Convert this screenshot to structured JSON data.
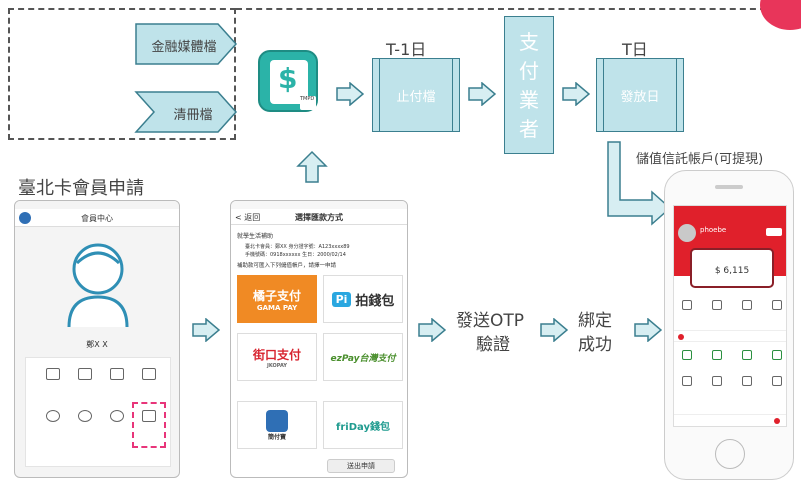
{
  "top_flow": {
    "financial_file": "金融媒體檔",
    "register_file": "清冊檔",
    "t_minus_1": "T-1日",
    "stop_file": "止付檔",
    "payment_provider": "支付業者",
    "t_day": "T日",
    "issue_day": "發放日",
    "stored_value_account": "儲值信託帳戶(可提現)"
  },
  "left_phone": {
    "heading": "臺北卡會員申請",
    "app_title": "會員中心",
    "user_name": "鄭X X"
  },
  "middle_phone": {
    "back": "< 返回",
    "title": "選擇匯款方式",
    "section": "就學生活補助",
    "info_line1": "臺北卡會員：鄭XX   身分證字號：A123xxxx89",
    "info_line2": "手機號碼：0918xxxxxx  生日：2000/02/14",
    "hint": "補助款可匯入下列儲值帳戶，請擇一申請",
    "gama_name": "橘子支付",
    "gama_sub": "GAMA PAY",
    "pi_name": "拍錢包",
    "jko_name": "街口支付",
    "jko_sub": "JKOPAY",
    "ezpay_name": "ezPay台灣支付",
    "icash_name": "簡付寶",
    "friday_name": "friDay錢包",
    "submit": "送出申請"
  },
  "otp": {
    "send": "發送OTP",
    "verify": "驗證",
    "bind": "綁定",
    "success": "成功"
  },
  "right_phone": {
    "user": "phoebe",
    "amount": "$ 6,115"
  }
}
